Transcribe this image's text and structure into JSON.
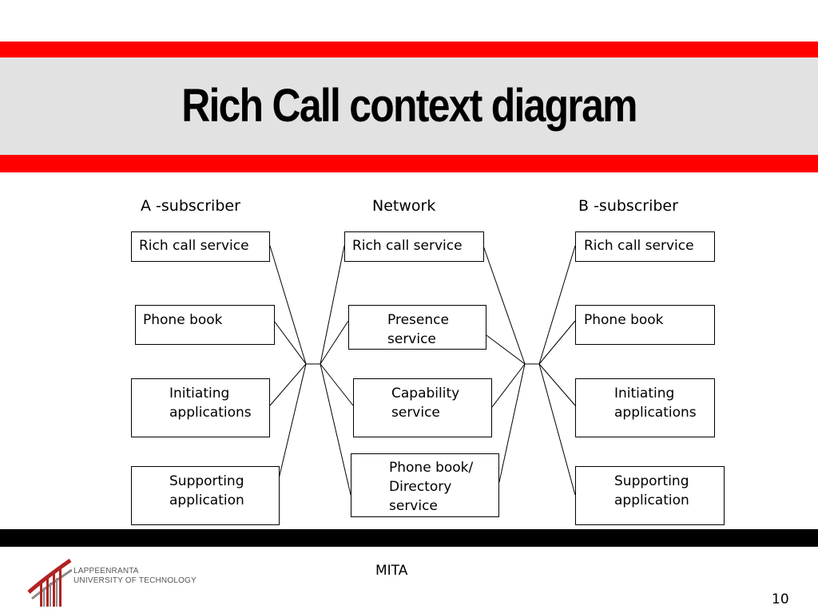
{
  "slide": {
    "title": "Rich Call context diagram",
    "footer": "MITA",
    "page_number": "10"
  },
  "logo": {
    "line1": "LAPPEENRANTA",
    "line2": "UNIVERSITY OF TECHNOLOGY"
  },
  "columns": {
    "a": {
      "heading": "A -subscriber",
      "boxes": [
        "Rich call service",
        "Phone book",
        "Initiating\napplications",
        "Supporting\napplication"
      ]
    },
    "network": {
      "heading": "Network",
      "boxes": [
        "Rich call service",
        "Presence\nservice",
        "Capability\nservice",
        "Phone book/\nDirectory\nservice"
      ]
    },
    "b": {
      "heading": "B -subscriber",
      "boxes": [
        "Rich call service",
        "Phone book",
        "Initiating\napplications",
        "Supporting\napplication"
      ]
    }
  },
  "colors": {
    "band_red": "#ff0000",
    "band_grey": "#e2e2e2",
    "bar_black": "#000000",
    "logo_red": "#b22222",
    "logo_grey": "#8a8a8a"
  }
}
